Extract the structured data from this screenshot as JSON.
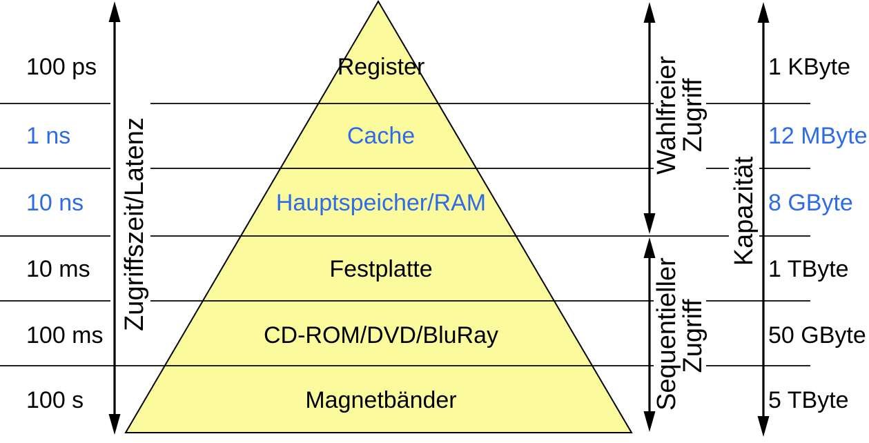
{
  "axes": {
    "latency_label": "Zugriffszeit/Latenz",
    "capacity_label": "Kapazität"
  },
  "access_types": {
    "random": {
      "line1": "Wahlfreier",
      "line2": "Zugriff"
    },
    "sequential": {
      "line1": "Sequentieller",
      "line2": "Zugriff"
    }
  },
  "levels": [
    {
      "name": "Register",
      "latency": "100 ps",
      "capacity": "1 KByte",
      "access": "random",
      "color": "#000000"
    },
    {
      "name": "Cache",
      "latency": "1 ns",
      "capacity": "12 MByte",
      "access": "random",
      "color": "#2F6BE6"
    },
    {
      "name": "Hauptspeicher/RAM",
      "latency": "10 ns",
      "capacity": "8 GByte",
      "access": "random",
      "color": "#2F6BE6"
    },
    {
      "name": "Festplatte",
      "latency": "10 ms",
      "capacity": "1 TByte",
      "access": "sequential",
      "color": "#000000"
    },
    {
      "name": "CD-ROM/DVD/BluRay",
      "latency": "100 ms",
      "capacity": "50 GByte",
      "access": "sequential",
      "color": "#000000"
    },
    {
      "name": "Magnetbänder",
      "latency": "100 s",
      "capacity": "5 TByte",
      "access": "sequential",
      "color": "#000000"
    }
  ],
  "colors": {
    "pyramid_fill": "#FBFB9E",
    "highlight_blue": "#2F6BE6",
    "line": "#000000"
  }
}
